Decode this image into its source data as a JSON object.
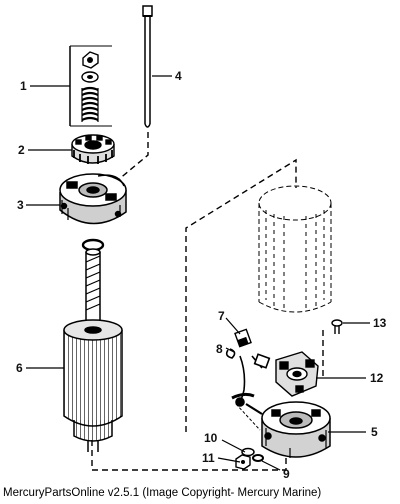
{
  "diagram": {
    "callouts": [
      {
        "id": "1",
        "label": "1",
        "part": "nut-washer-spring-stack"
      },
      {
        "id": "2",
        "label": "2",
        "part": "drive-pinion"
      },
      {
        "id": "3",
        "label": "3",
        "part": "drive-end-cap"
      },
      {
        "id": "4",
        "label": "4",
        "part": "through-bolt"
      },
      {
        "id": "5",
        "label": "5",
        "part": "commutator-end-cap"
      },
      {
        "id": "6",
        "label": "6",
        "part": "armature"
      },
      {
        "id": "7",
        "label": "7",
        "part": "brush"
      },
      {
        "id": "8",
        "label": "8",
        "part": "brush-spring"
      },
      {
        "id": "9",
        "label": "9",
        "part": "lockwasher"
      },
      {
        "id": "10",
        "label": "10",
        "part": "washer"
      },
      {
        "id": "11",
        "label": "11",
        "part": "nut"
      },
      {
        "id": "12",
        "label": "12",
        "part": "brush-holder"
      },
      {
        "id": "13",
        "label": "13",
        "part": "screw"
      }
    ]
  },
  "footer": {
    "caption": "MercuryPartsOnline v2.5.1 (Image Copyright- Mercury Marine)"
  }
}
